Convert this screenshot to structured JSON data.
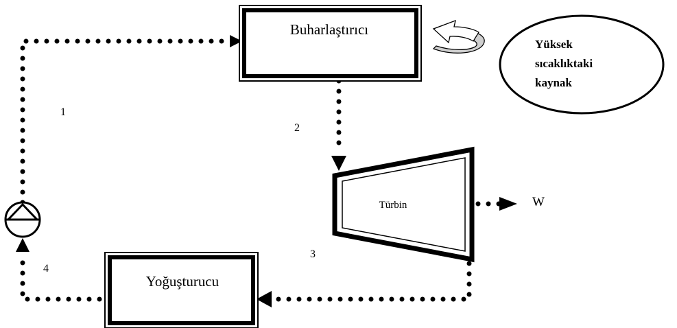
{
  "components": {
    "evaporator": "Buharlaştırıcı",
    "turbine": "Türbin",
    "condenser": "Yoğuşturucu"
  },
  "source": {
    "line1": "Yüksek",
    "line2": "sıcaklıktaki",
    "line3": "kaynak"
  },
  "states": {
    "s1": "1",
    "s2": "2",
    "s3": "3",
    "s4": "4"
  },
  "work_label": "W"
}
